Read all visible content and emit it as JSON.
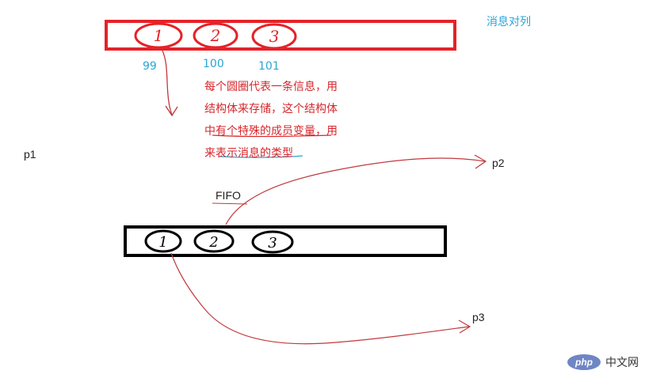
{
  "title": "消息对列",
  "queue_top": {
    "items": [
      "1",
      "2",
      "3"
    ],
    "types": [
      "99",
      "100",
      "101"
    ],
    "color": "#e52228"
  },
  "note": {
    "lines": [
      "每个圆圈代表一条信息，用",
      "结构体来存储，这个结构体",
      "中有个特殊的成员变量，用",
      "来表示消息的类型"
    ],
    "color": "#d6262b"
  },
  "queue_bottom": {
    "items": [
      "1",
      "2",
      "3"
    ],
    "label": "FIFO",
    "color": "#000000"
  },
  "processes": {
    "p1": "p1",
    "p2": "p2",
    "p3": "p3"
  },
  "underline_colors": {
    "red": "#d6262b",
    "blue": "#2aa5d6"
  },
  "arrow_color": "#c0393d",
  "watermark": {
    "logo": "php",
    "text": "中文网"
  }
}
